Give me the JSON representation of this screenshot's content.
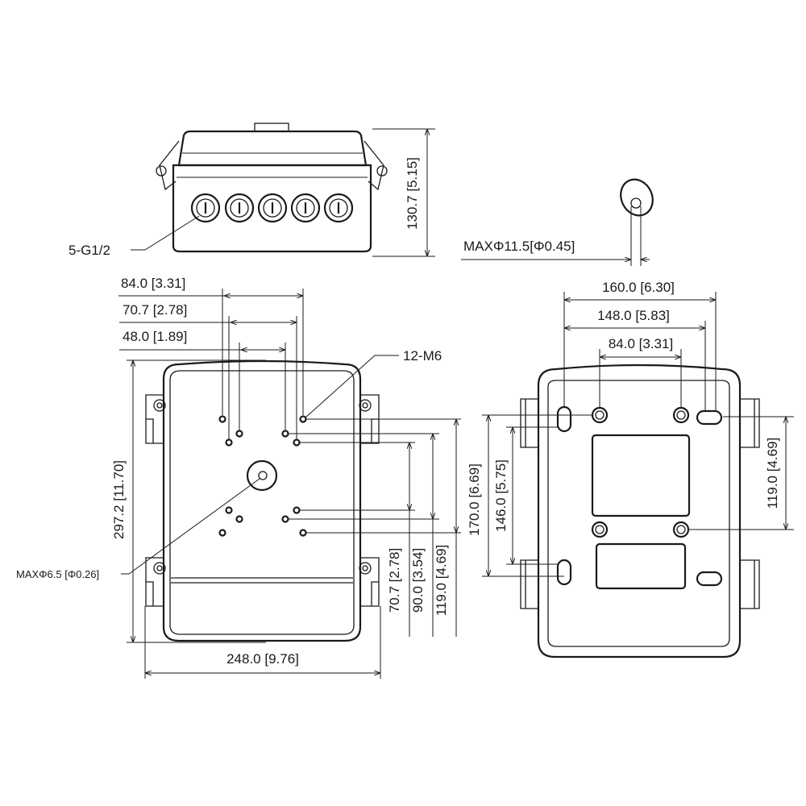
{
  "top_view": {
    "gland_label": "5-G1/2",
    "height_dim": "130.7 [5.15]"
  },
  "gland_detail": {
    "max_dia": "MAXΦ11.5[Φ0.45]"
  },
  "front_view": {
    "dim_84": "84.0 [3.31]",
    "dim_70_7": "70.7 [2.78]",
    "dim_48": "48.0 [1.89]",
    "screw_label": "12-M6",
    "height_dim": "297.2 [11.70]",
    "width_dim": "248.0 [9.76]",
    "center_hole": "MAXΦ6.5 [Φ0.26]",
    "v_dim_70_7": "70.7 [2.78]",
    "v_dim_90": "90.0 [3.54]",
    "v_dim_119": "119.0 [4.69]"
  },
  "back_view": {
    "dim_160": "160.0 [6.30]",
    "dim_148": "148.0 [5.83]",
    "dim_84": "84.0 [3.31]",
    "v_dim_170": "170.0 [6.69]",
    "v_dim_146": "146.0 [5.75]",
    "v_dim_119": "119.0 [4.69]"
  }
}
